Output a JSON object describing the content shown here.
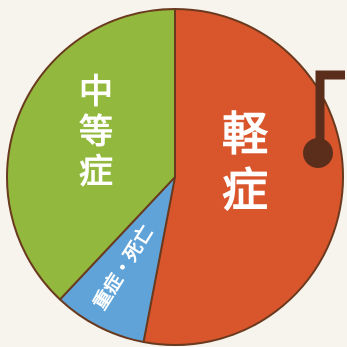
{
  "chart_data": {
    "type": "pie",
    "start_angle_deg": 0,
    "direction": "clockwise",
    "slices": [
      {
        "label": "軽症",
        "value": 53,
        "color": "#d9552c"
      },
      {
        "label": "重症・死亡",
        "value": 9,
        "color": "#5fa3d8"
      },
      {
        "label": "中等症",
        "value": 38,
        "color": "#92b93d"
      }
    ],
    "outline_color": "#6a3a1e"
  },
  "marker": {
    "color": "#5a2e1b"
  }
}
